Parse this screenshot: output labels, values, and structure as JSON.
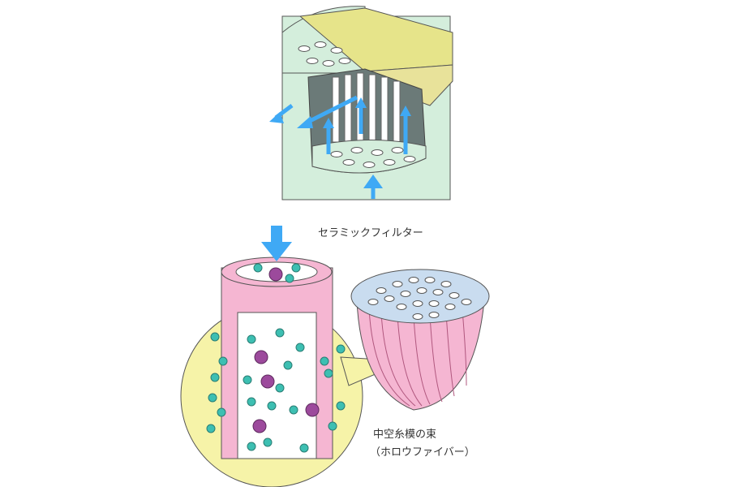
{
  "labels": {
    "ceramic_filter": "セラミックフィルター",
    "hollow_fiber_line1": "中空糸模の束",
    "hollow_fiber_line2": "（ホロウファイバー）"
  },
  "colors": {
    "filter_body": "#d4eedc",
    "lemon_top": "#e6e48a",
    "arrow": "#3fa9f5",
    "tube": "#f5b6d2",
    "lens": "#f6f3a8",
    "dot_teal": "#3dbfb2",
    "dot_purple": "#9c4a9c",
    "fiber_cap": "#c9dcef"
  }
}
